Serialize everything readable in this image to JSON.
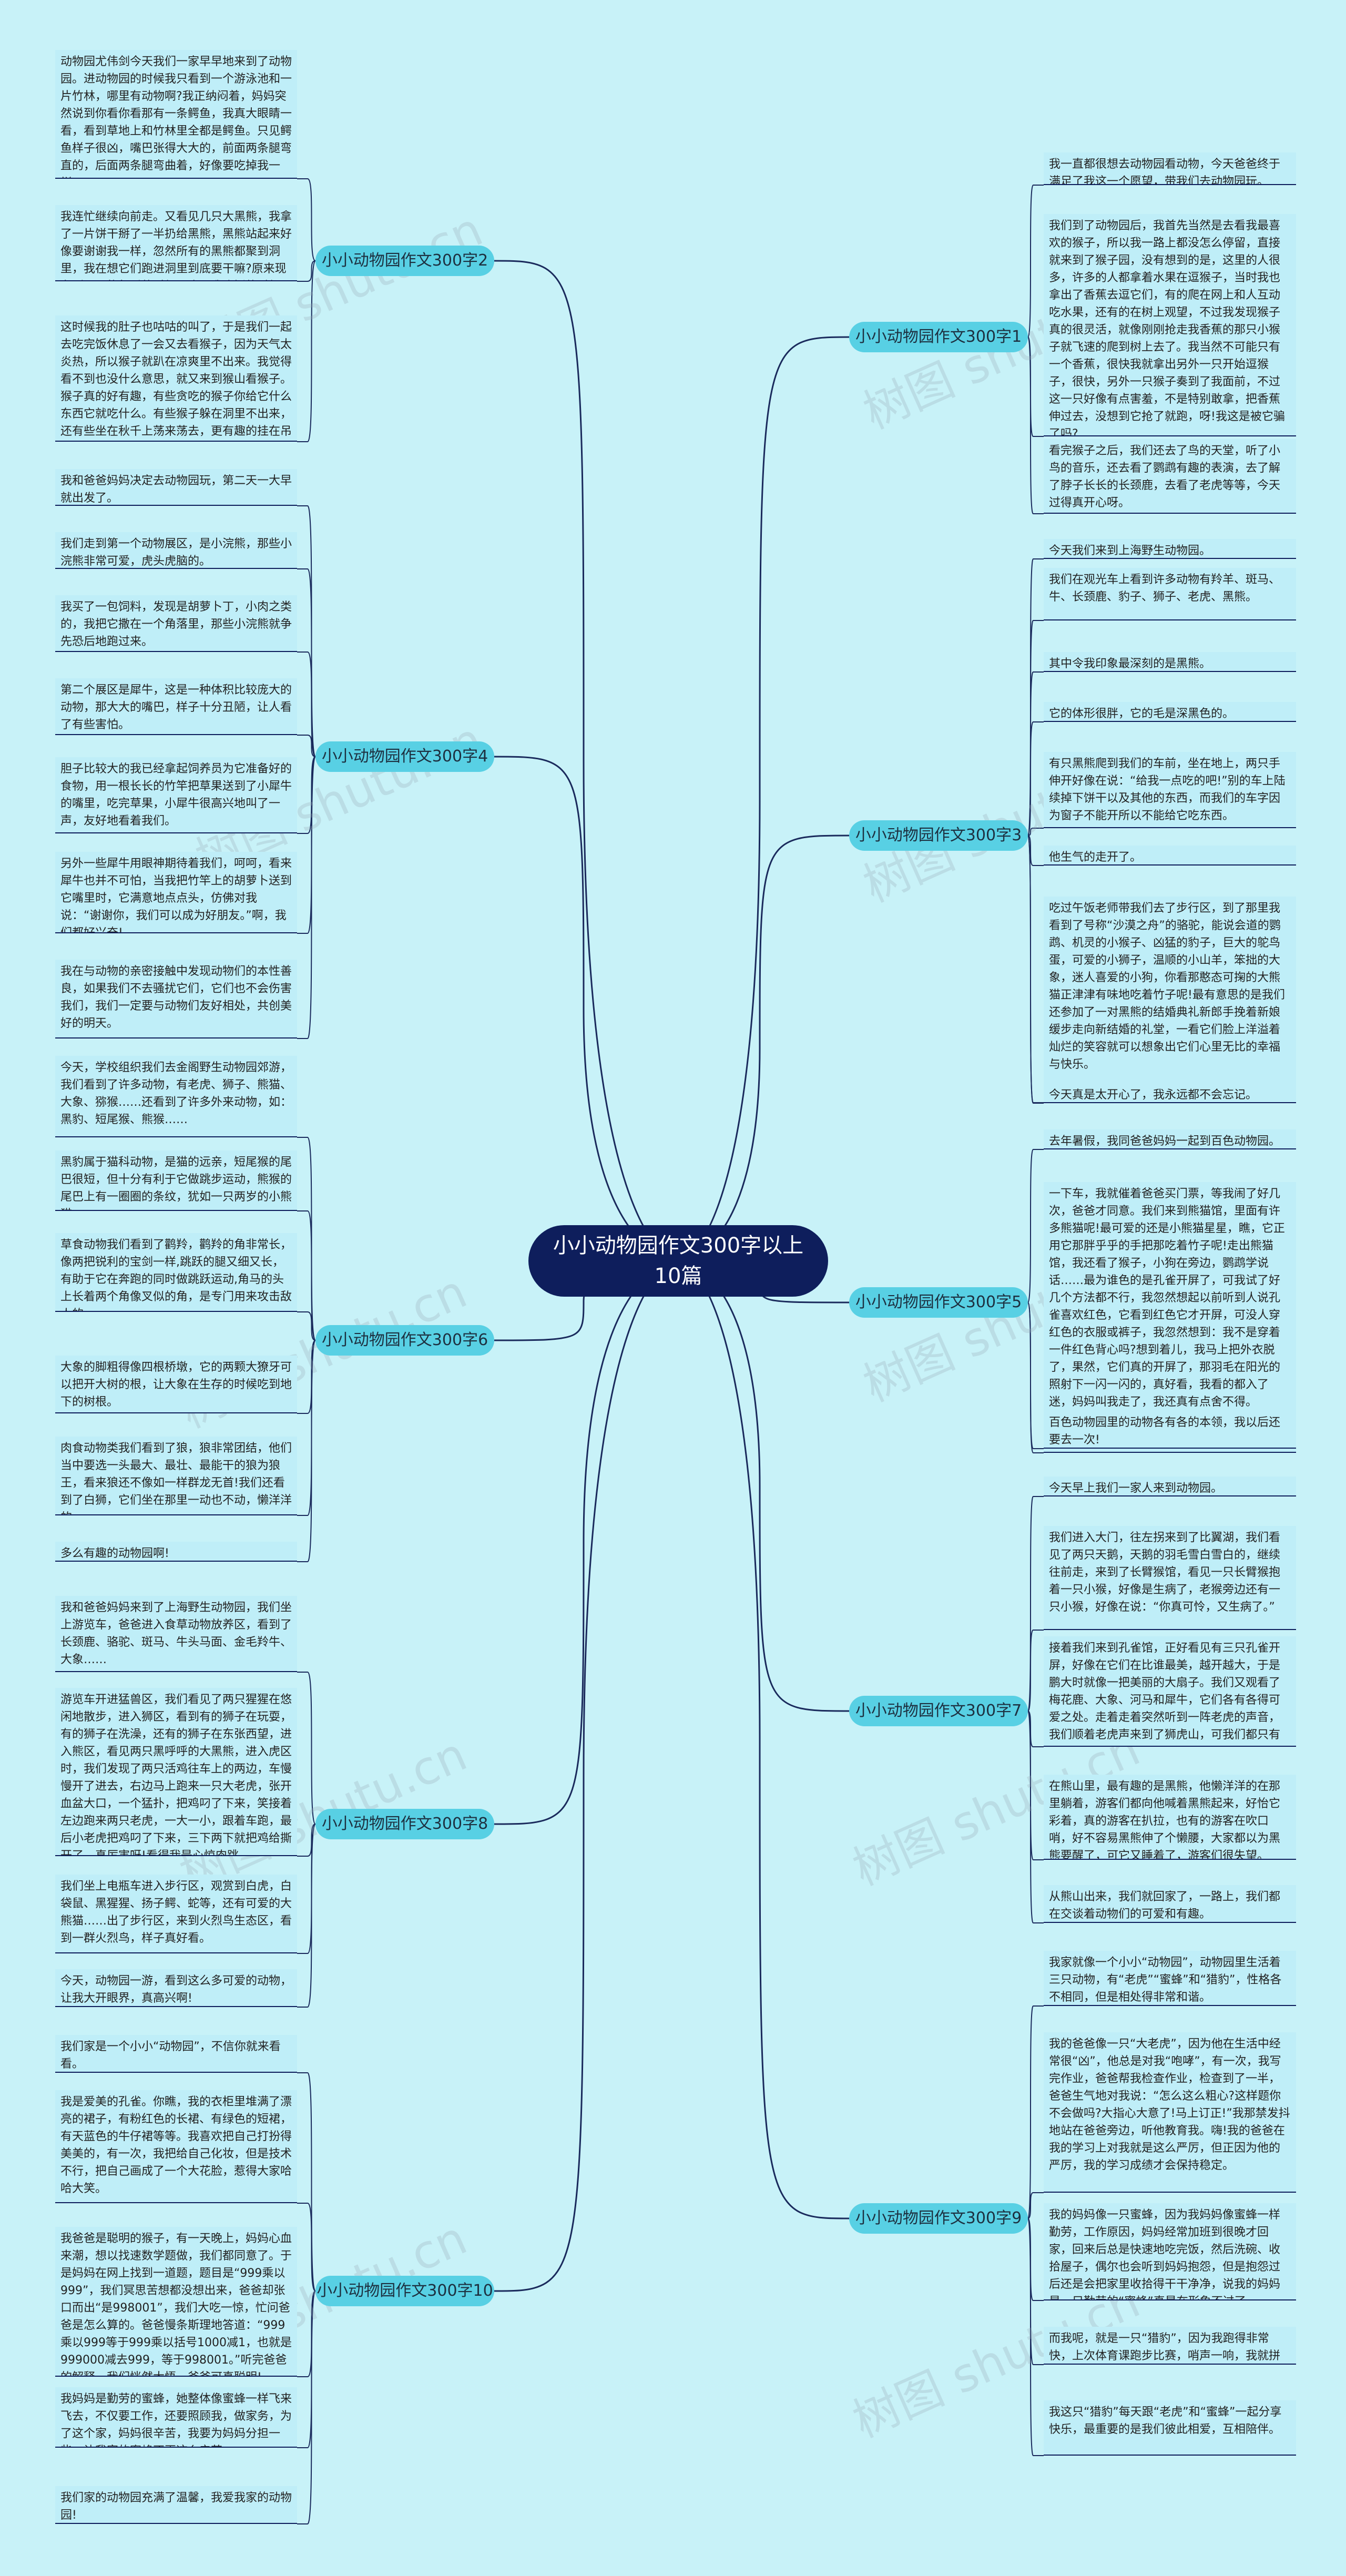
{
  "root": "小小动物园作文300字以上10篇",
  "watermark": "树图 shutu.cn",
  "branches": {
    "b1": {
      "title": "小小动物园作文300字1",
      "leaves": [
        "我一直都很想去动物园看动物，今天爸爸终于满足了我这一个愿望，带我们去动物园玩。",
        "我们到了动物园后，我首先当然是去看我最喜欢的猴子，所以我一路上都没怎么停留，直接就来到了猴子园，没有想到的是，这里的人很多，许多的人都拿着水果在逗猴子，当时我也拿出了香蕉去逗它们，有的爬在网上和人互动吃水果，还有的在树上观望，不过我发现猴子真的很灵活，就像刚刚抢走我香蕉的那只小猴子就飞速的爬到树上去了。我当然不可能只有一个香蕉，很快我就拿出另外一只开始逗猴子，很快，另外一只猴子奏到了我面前，不过这一只好像有点害羞，不是特别敢拿，把香蕉伸过去，没想到它抢了就跑，呀!我这是被它骗了吗?",
        "看完猴子之后，我们还去了鸟的天堂，听了小鸟的音乐，还去看了鹦鹉有趣的表演，去了解了脖子长长的长颈鹿，去看了老虎等等，今天过得真开心呀。"
      ]
    },
    "b2": {
      "title": "小小动物园作文300字2",
      "leaves": [
        "动物园尤伟剑今天我们一家早早地来到了动物园。进动物园的时候我只看到一个游泳池和一片竹林，哪里有动物啊?我正纳闷着，妈妈突然说到你看你看那有一条鳄鱼，我真大眼睛一看，看到草地上和竹林里全都是鳄鱼。只见鳄鱼样子很凶，嘴巴张得大大的，前面两条腿弯直的，后面两条腿弯曲着，好像要吃掉我一样。",
        "我连忙继续向前走。又看见几只大黑熊，我拿了一片饼干掰了一半扔给黑熊，黑熊站起来好像要谢谢我一样，忽然所有的黑熊都聚到洞里，我在想它们跑进洞里到底要干嘛?原来现在到了黑熊午睡的时候，也是我吃饭的时候。",
        "这时候我的肚子也咕咕的叫了，于是我们一起去吃完饭休息了一会又去看猴子，因为天气太炎热，所以猴子就趴在凉爽里不出来。我觉得看不到也没什么意思，就又来到猴山看猴子。猴子真的好有趣，有些贪吃的猴子你给它什么东西它就吃什么。有些猴子躲在洞里不出来，还有些坐在秋千上荡来荡去，更有趣的挂在吊环上玩。原来动物也会这么有趣。"
      ]
    },
    "b3": {
      "title": "小小动物园作文300字3",
      "leaves": [
        "今天我们来到上海野生动物园。",
        "我们在观光车上看到许多动物有羚羊、斑马、牛、长颈鹿、豹子、狮子、老虎、黑熊。",
        "其中令我印象最深刻的是黑熊。",
        "它的体形很胖，它的毛是深黑色的。",
        "有只黑熊爬到我们的车前，坐在地上，两只手伸开好像在说：“给我一点吃的吧!”别的车上陆续掉下饼干以及其他的东西，而我们的车字因为窗子不能开所以不能给它吃东西。",
        "他生气的走开了。",
        "吃过午饭老师带我们去了步行区，到了那里我看到了号称“沙漠之舟”的骆驼，能说会道的鹦鹉、机灵的小猴子、凶猛的豹子，巨大的鸵鸟蛋，可爱的小狮子，温顺的小山羊，笨拙的大象，迷人喜爱的小狗，你看那憨态可掬的大熊猫正津津有味地吃着竹子呢!最有意思的是我们还参加了一对黑熊的结婚典礼新郎手挽着新娘缓步走向新结婚的礼堂，一看它们脸上洋溢着灿烂的笑容就可以想象出它们心里无比的幸福与快乐。",
        "今天真是太开心了，我永远都不会忘记。"
      ]
    },
    "b4": {
      "title": "小小动物园作文300字4",
      "leaves": [
        "我和爸爸妈妈决定去动物园玩，第二天一大早就出发了。",
        "我们走到第一个动物展区，是小浣熊，那些小浣熊非常可爱，虎头虎脑的。",
        "我买了一包饲料，发现是胡萝卜丁，小肉之类的，我把它撒在一个角落里，那些小浣熊就争先恐后地跑过来。",
        "第二个展区是犀牛，这是一种体积比较庞大的动物，那大大的嘴巴，样子十分丑陋，让人看了有些害怕。",
        "胆子比较大的我已经拿起饲养员为它准备好的食物，用一根长长的竹竿把草果送到了小犀牛的嘴里，吃完草果，小犀牛很高兴地叫了一声，友好地看着我们。",
        "另外一些犀牛用眼神期待着我们，呵呵，看来犀牛也并不可怕，当我把竹竿上的胡萝卜送到它嘴里时，它满意地点点头，仿佛对我说：“谢谢你，我们可以成为好朋友。”啊，我们都好兴奋!",
        "我在与动物的亲密接触中发现动物们的本性善良，如果我们不去骚扰它们，它们也不会伤害我们，我们一定要与动物们友好相处，共创美好的明天。"
      ]
    },
    "b5": {
      "title": "小小动物园作文300字5",
      "leaves": [
        "去年暑假，我同爸爸妈妈一起到百色动物园。",
        "一下车，我就催着爸爸买门票，等我闹了好几次，爸爸才同意。我们来到熊猫馆，里面有许多熊猫呢!最可爱的还是小熊猫星星，瞧，它正用它那胖乎乎的手把那吃着竹子呢!走出熊猫馆，我还看了猴子，小狗在旁边，鹦鹉学说话……最为谁色的是孔雀开屏了，可我试了好几个方法都不行，我忽然想起以前听到人说孔雀喜欢红色，它看到红色它才开屏，可没人穿红色的衣服或裤子，我忽然想到：我不是穿着一件红色背心吗?想到着儿，我马上把外衣脱了，果然，它们真的开屏了，那羽毛在阳光的照射下一闪一闪的，真好看，我看的都入了迷，妈妈叫我走了，我还真有点舍不得。",
        "百色动物园里的动物各有各的本领，我以后还要去一次!"
      ]
    },
    "b6": {
      "title": "小小动物园作文300字6",
      "leaves": [
        "今天，学校组织我们去金阁野生动物园郊游，我们看到了许多动物，有老虎、狮子、熊猫、大象、猕猴……还看到了许多外来动物，如：黑豹、短尾猴、熊猴……",
        "黑豹属于猫科动物，是猫的远亲，短尾猴的尾巴很短，但十分有利于它做跳步运动，熊猴的尾巴上有一圈圈的条纹，犹如一只两岁的小熊猫……",
        "草食动物我们看到了鹳羚，鹳羚的角非常长，像两把锐利的宝剑一样,跳跃的腿又细又长，有助于它在奔跑的同时做跳跃运动,角马的头上长着两个角像叉似的角，是专门用来攻击敌人的。",
        "大象的脚粗得像四根桥墩，它的两颗大獠牙可以把开大树的根，让大象在生存的时候吃到地下的树根。",
        "肉食动物类我们看到了狼，狼非常团结，他们当中要选一头最大、最壮、最能干的狼为狼王，看来狼还不像如一样群龙无首!我们还看到了白狮，它们坐在那里一动也不动，懒洋洋的。",
        "多么有趣的动物园啊!"
      ]
    },
    "b7": {
      "title": "小小动物园作文300字7",
      "leaves": [
        "今天早上我们一家人来到动物园。",
        "我们进入大门，往左拐来到了比翼湖，我们看见了两只天鹅，天鹅的羽毛雪白雪白的，继续往前走，来到了长臂猴馆，看见一只长臂猴抱着一只小猴，好像是生病了，老猴旁边还有一只小猴，好像在说：“你真可怜，又生病了。”",
        "接着我们来到孔雀馆，正好看见有三只孔雀开屏，好像在它们在比谁最美，越开越大，于是鹏大时就像一把美丽的大扇子。我们又观看了梅花鹿、大象、河马和犀牛，它们各有各得可爱之处。走着走着突然听到一阵老虎的声音，我们顺着老虎声来到了狮虎山，可我们都只有一只东北虎。就在狮虎山的旁边是熊山。",
        "在熊山里，最有趣的是黑熊，他懒洋洋的在那里躺着，游客们都向他喊着黑熊起来，好怡它彩着，真的游客在扒拉，也有的游客在吹口哨，好不容易黑熊伸了个懒腰，大家都以为黑熊要醒了，可它又睡着了，游客们很失望。",
        "从熊山出来，我们就回家了，一路上，我们都在交谈着动物们的可爱和有趣。"
      ]
    },
    "b8": {
      "title": "小小动物园作文300字8",
      "leaves": [
        "我和爸爸妈妈来到了上海野生动物园，我们坐上游览车，爸爸进入食草动物放养区，看到了长颈鹿、骆驼、斑马、牛头马面、金毛羚牛、大象……",
        "游览车开进猛兽区，我们看见了两只猩猩在悠闲地散步，进入狮区，看到有的狮子在玩耍，有的狮子在洗澡，还有的狮子在东张西望，进入熊区，看见两只黑呼呼的大黑熊，进入虎区时，我们发现了两只活鸡往车上的两边，车慢慢开了进去，右边马上跑来一只大老虎，张开血盆大口，一个猛扑，把鸡叼了下来，笑接着左边跑来两只老虎，一大一小，跟着车跑，最后小老虎把鸡叼了下来，三下两下就把鸡给撕开了，真厉害呀!看得我是心惊肉跳。",
        "我们坐上电瓶车进入步行区，观赏到白虎，白袋鼠、黑猩猩、扬子鳄、蛇等，还有可爱的大熊猫……出了步行区，来到火烈鸟生态区，看到一群火烈鸟，样子真好看。",
        "今天，动物园一游，看到这么多可爱的动物，让我大开眼界，真高兴啊!"
      ]
    },
    "b9": {
      "title": "小小动物园作文300字9",
      "leaves": [
        "我家就像一个小小“动物园”，动物园里生活着三只动物，有“老虎”“蜜蜂”和“猎豹”，性格各不相同，但是相处得非常和谐。",
        "我的爸爸像一只“大老虎”，因为他在生活中经常很“凶”，他总是对我“咆哮”，有一次，我写完作业，爸爸帮我检查作业，检查到了一半，爸爸生气地对我说：“怎么这么粗心?这样题你不会做吗?大指心大意了!马上订正!”我那禁发抖地站在爸爸旁边，听他教育我。嗨!我的爸爸在我的学习上对我就是这么严厉，但正因为他的严厉，我的学习成绩才会保持稳定。",
        "我的妈妈像一只蜜蜂，因为我妈妈像蜜蜂一样勤劳，工作原因，妈妈经常加班到很晚才回家，回来后总是快速地吃完饭，然后洗碗、收拾屋子，偶尔也会听到妈妈抱怨，但是抱怨过后还是会把家里收拾得干干净净，说我的妈妈是一只勤劳的“蜜蜂”真是在形象不过了。",
        "而我呢，就是一只“猎豹”，因为我跑得非常快，上次体育课跑步比赛，哨声一响，我就拼命地往前冲，非常轻松地获得了第一名。",
        "我这只“猎豹”每天跟“老虎”和“蜜蜂”一起分享快乐，最重要的是我们彼此相爱，互相陪伴。"
      ]
    },
    "b10": {
      "title": "小小动物园作文300字10",
      "leaves": [
        "我们家是一个小小“动物园”，不信你就来看看。",
        "我是爱美的孔雀。你瞧，我的衣柜里堆满了漂亮的裙子，有粉红色的长裙、有绿色的短裙，有天蓝色的牛仔裙等等。我喜欢把自己打扮得美美的，有一次，我把给自己化妆，但是技术不行，把自己画成了一个大花脸，惹得大家哈哈大笑。",
        "我爸爸是聪明的猴子，有一天晚上，妈妈心血来潮，想以找速数学题做，我们都同意了。于是妈妈在网上找到一道题，题目是“999乘以999”，我们冥思苦想都没想出来，爸爸却张口而出“是998001”，我们大吃一惊，忙问爸爸是怎么算的。爸爸慢条斯理地答道：“999乘以999等于999乘以括号1000减1，也就是999000减去999，等于998001。”听完爸爸的解释，我们恍然大悟，爸爸可真聪明!",
        "我妈妈是勤劳的蜜蜂，她整体像蜜蜂一样飞来飞去，不仅要工作，还要照顾我，做家务，为了这个家，妈妈很辛苦，我要为妈妈分担一些，让我家的蜜蜂不再这么辛苦。",
        "我们家的动物园充满了温馨，我爱我家的动物园!"
      ]
    }
  }
}
